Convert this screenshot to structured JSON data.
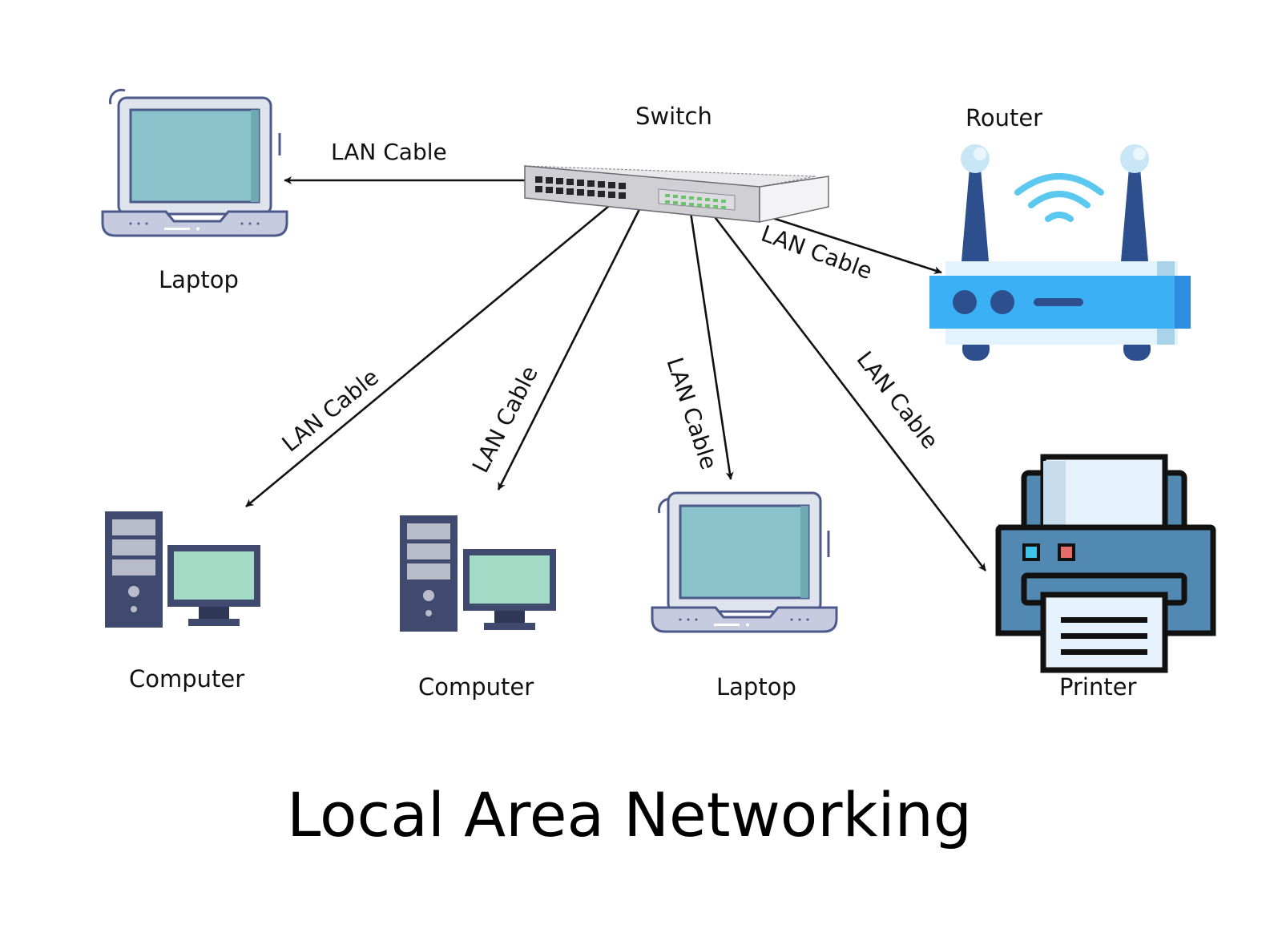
{
  "title": "Local Area Networking",
  "devices": {
    "switch": {
      "label": "Switch",
      "icon": "network-switch-icon"
    },
    "router": {
      "label": "Router",
      "icon": "wifi-router-icon"
    },
    "laptop_top": {
      "label": "Laptop",
      "icon": "laptop-icon"
    },
    "computer_left": {
      "label": "Computer",
      "icon": "desktop-computer-icon"
    },
    "computer_mid": {
      "label": "Computer",
      "icon": "desktop-computer-icon"
    },
    "laptop_bottom": {
      "label": "Laptop",
      "icon": "laptop-icon"
    },
    "printer": {
      "label": "Printer",
      "icon": "printer-icon"
    }
  },
  "cables": {
    "to_laptop_top": "LAN Cable",
    "to_router": "LAN Cable",
    "to_computer_left": "LAN Cable",
    "to_computer_mid": "LAN Cable",
    "to_laptop_bottom": "LAN Cable",
    "to_printer": "LAN Cable"
  },
  "colors": {
    "laptop_screen": "#8ac3cb",
    "laptop_body": "#dfe3ec",
    "laptop_outline": "#4b5a8a",
    "computer_case": "#3f4a6e",
    "computer_screen": "#a3dbc6",
    "router_body": "#3bb0f5",
    "router_antenna": "#2d4f8e",
    "printer_body": "#5189b3",
    "printer_paper": "#e6f2fb",
    "switch_body": "#d8d8dc"
  }
}
